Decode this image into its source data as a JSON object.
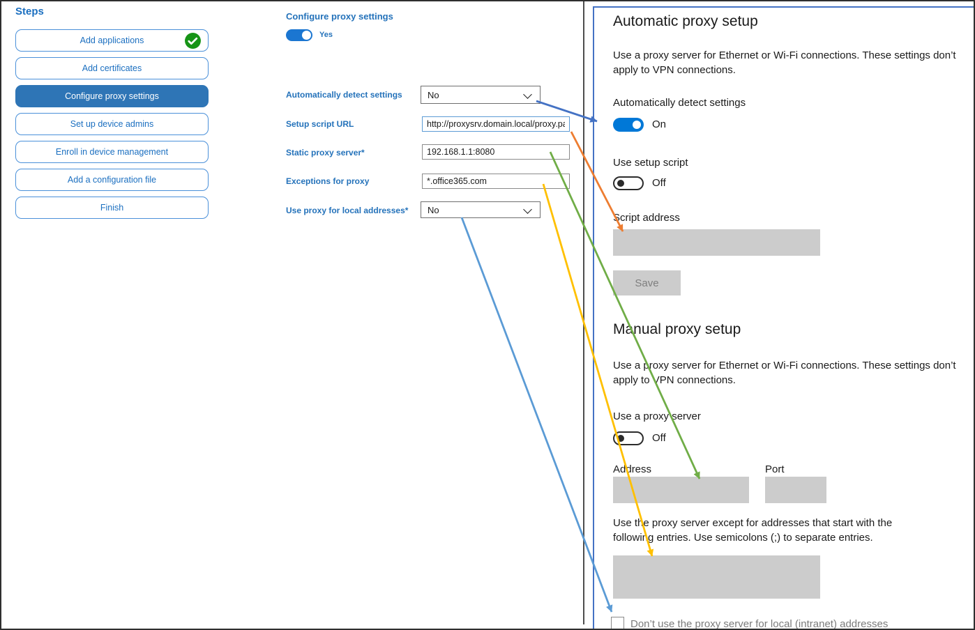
{
  "sidebar": {
    "title": "Steps",
    "items": [
      {
        "label": "Add applications",
        "completed": true
      },
      {
        "label": "Add certificates"
      },
      {
        "label": "Configure proxy settings",
        "selected": true
      },
      {
        "label": "Set up device admins"
      },
      {
        "label": "Enroll in device management"
      },
      {
        "label": "Add a configuration file"
      },
      {
        "label": "Finish"
      }
    ]
  },
  "form": {
    "title": "Configure proxy settings",
    "toggle_state": "Yes",
    "fields": [
      {
        "label": "Automatically detect settings",
        "type": "select",
        "value": "No"
      },
      {
        "label": "Setup script URL",
        "type": "text",
        "value": "http://proxysrv.domain.local/proxy.pa"
      },
      {
        "label": "Static proxy server*",
        "type": "text",
        "value": "192.168.1.1:8080"
      },
      {
        "label": "Exceptions for proxy",
        "type": "text",
        "value": "*.office365.com"
      },
      {
        "label": "Use proxy for local addresses*",
        "type": "select",
        "value": "No"
      }
    ]
  },
  "settings_panel": {
    "automatic": {
      "heading": "Automatic proxy setup",
      "description": "Use a proxy server for Ethernet or Wi-Fi connections. These settings don’t apply to VPN connections.",
      "detect_label": "Automatically detect settings",
      "detect_state": "On",
      "script_label": "Use setup script",
      "script_state": "Off",
      "script_address_label": "Script address",
      "save_label": "Save"
    },
    "manual": {
      "heading": "Manual proxy setup",
      "description": "Use a proxy server for Ethernet or Wi-Fi connections. These settings don’t apply to VPN connections.",
      "proxy_label": "Use a proxy server",
      "proxy_state": "Off",
      "address_label": "Address",
      "port_label": "Port",
      "exceptions_description": "Use the proxy server except for addresses that start with the following entries. Use semicolons (;) to separate entries.",
      "local_checkbox_label": "Don’t use the proxy server for local (intranet) addresses"
    }
  },
  "arrows": [
    {
      "name": "detect-settings-arrow",
      "color": "#4472c4"
    },
    {
      "name": "setup-script-url-arrow",
      "color": "#ed7d31"
    },
    {
      "name": "static-proxy-server-arrow",
      "color": "#70ad47"
    },
    {
      "name": "exceptions-arrow",
      "color": "#ffc000"
    },
    {
      "name": "local-addresses-arrow",
      "color": "#5b9bd5"
    }
  ],
  "colors": {
    "sidebar_selected": "#2e75b6",
    "sidebar_border": "#4a90d9",
    "label_blue": "#2472ba",
    "panel_border": "#4472c4",
    "toggle_on": "#0078d7",
    "disabled_gray": "#cccccc",
    "check_green": "#169416"
  }
}
